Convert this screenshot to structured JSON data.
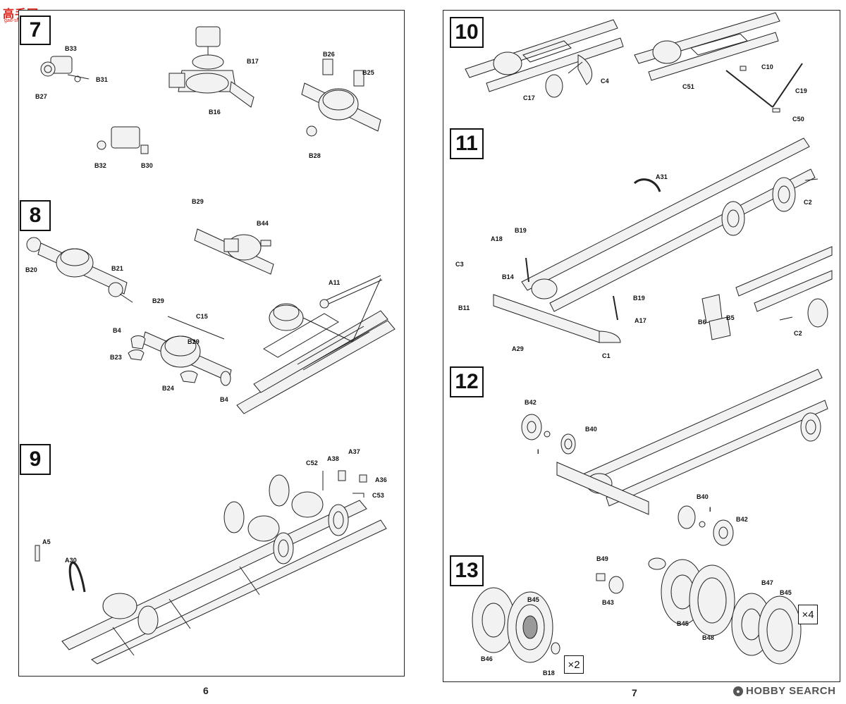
{
  "logo": {
    "text_cn": "高手网",
    "url": "gao-shou.com"
  },
  "watermark": {
    "text": "HOBBY SEARCH"
  },
  "pages": {
    "left_number": "6",
    "right_number": "7"
  },
  "steps": {
    "s7": "7",
    "s8": "8",
    "s9": "9",
    "s10": "10",
    "s11": "11",
    "s12": "12",
    "s13": "13"
  },
  "parts": {
    "B33": "B33",
    "B31": "B31",
    "B27": "B27",
    "B17": "B17",
    "B16": "B16",
    "B26": "B26",
    "B25": "B25",
    "B28": "B28",
    "B32": "B32",
    "B30": "B30",
    "B29a": "B29",
    "B44": "B44",
    "B20": "B20",
    "B21": "B21",
    "A11": "A11",
    "B29b": "B29",
    "C15": "C15",
    "B4a": "B4",
    "B29c": "B29",
    "B23": "B23",
    "B24": "B24",
    "B4b": "B4",
    "C52": "C52",
    "A38": "A38",
    "A37": "A37",
    "A36": "A36",
    "C53": "C53",
    "A5": "A5",
    "A30": "A30",
    "C4": "C4",
    "C17": "C17",
    "C10": "C10",
    "C51": "C51",
    "C19": "C19",
    "C50": "C50",
    "A31": "A31",
    "C2a": "C2",
    "A18": "A18",
    "B19a": "B19",
    "C3": "C3",
    "B14": "B14",
    "B11": "B11",
    "B19b": "B19",
    "A17": "A17",
    "A29": "A29",
    "C1": "C1",
    "B6": "B6",
    "B5": "B5",
    "C2b": "C2",
    "B42a": "B42",
    "B40a": "B40",
    "Ia": "I",
    "B40b": "B40",
    "Ib": "I",
    "B42b": "B42",
    "B49": "B49",
    "B43": "B43",
    "B45a": "B45",
    "B46": "B46",
    "B18": "B18",
    "B45b": "B45",
    "B48": "B48",
    "B47": "B47",
    "B45c": "B45"
  },
  "multipliers": {
    "x2": "×2",
    "x4": "×4"
  }
}
